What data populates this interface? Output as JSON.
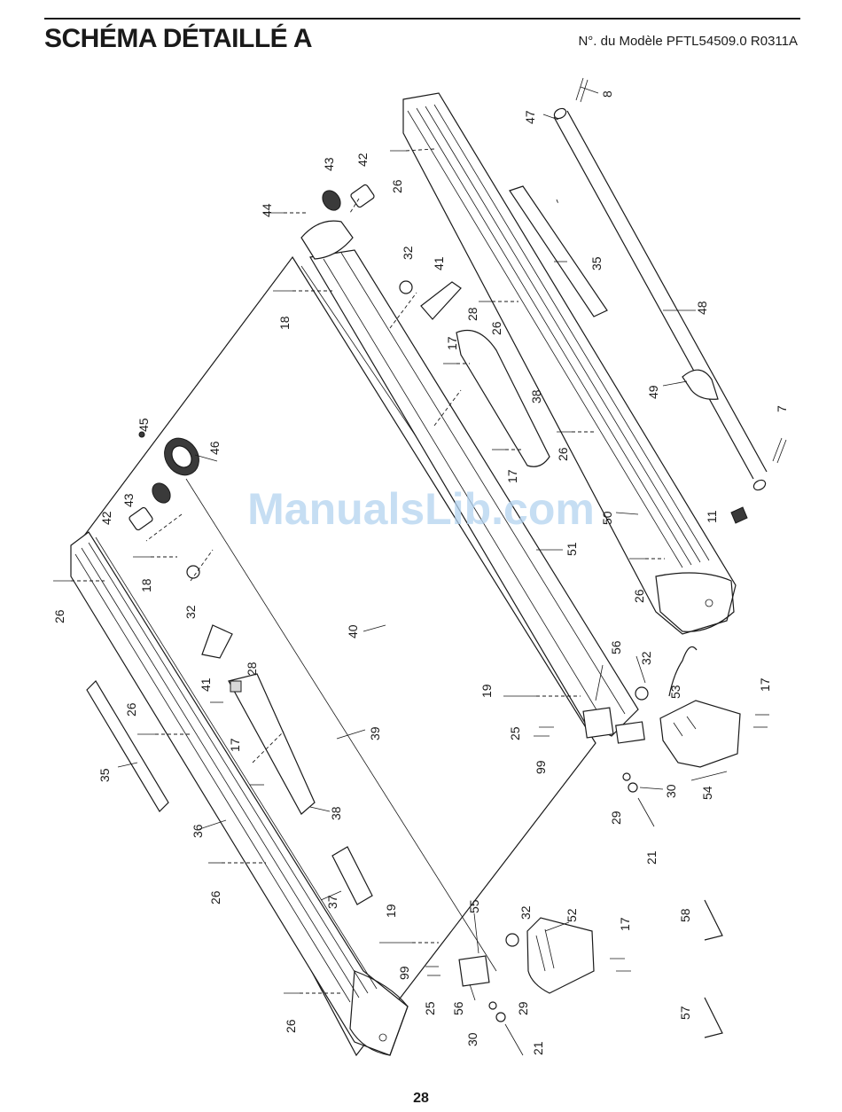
{
  "header": {
    "title": "SCHÉMA DÉTAILLÉ A",
    "model": "N°. du Modèle PFTL54509.0 R0311A"
  },
  "watermark": "ManualsLib.com",
  "footer": {
    "page_number": "28"
  },
  "callouts": {
    "c8": "8",
    "c47": "47",
    "c26a": "26",
    "c42a": "42",
    "c43a": "43",
    "c44": "44",
    "c32a": "32",
    "c41a": "41",
    "c35a": "35",
    "c48": "48",
    "c18a": "18",
    "c28a": "28",
    "c26b": "26",
    "c17a": "17",
    "c38a": "38",
    "c49": "49",
    "c7": "7",
    "c45": "45",
    "c46": "46",
    "c26c": "26",
    "c17b": "17",
    "c43b": "43",
    "c42b": "42",
    "c50": "50",
    "c11": "11",
    "c51": "51",
    "c18b": "18",
    "c26d": "26",
    "c26e": "26",
    "c32b": "32",
    "c40": "40",
    "c56a": "56",
    "c32c": "32",
    "c41b": "41",
    "c28b": "28",
    "c53": "53",
    "c17c": "17",
    "c19a": "19",
    "c26f": "26",
    "c39": "39",
    "c25a": "25",
    "c17d": "17",
    "c99a": "99",
    "c35b": "35",
    "c54": "54",
    "c30a": "30",
    "c29a": "29",
    "c38b": "38",
    "c36": "36",
    "c21a": "21",
    "c26g": "26",
    "c37": "37",
    "c19b": "19",
    "c55": "55",
    "c32d": "32",
    "c52": "52",
    "c17e": "17",
    "c58": "58",
    "c99b": "99",
    "c25b": "25",
    "c56b": "56",
    "c29b": "29",
    "c57": "57",
    "c26h": "26",
    "c30b": "30",
    "c21b": "21"
  }
}
